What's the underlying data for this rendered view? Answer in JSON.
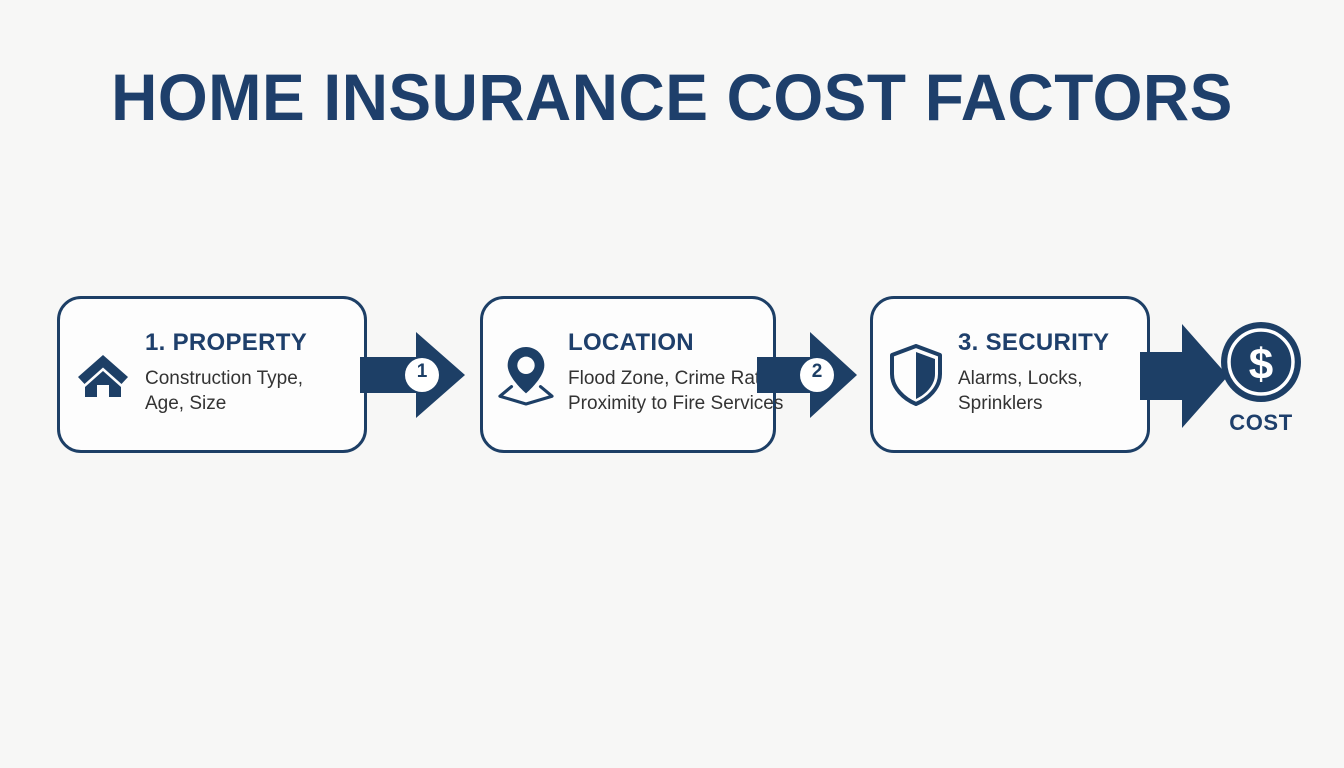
{
  "title": "HOME INSURANCE COST FACTORS",
  "colors": {
    "navy": "#1d3f66",
    "title_navy": "#1e3f6b",
    "body_text": "#333333",
    "background": "#f7f7f6",
    "card_fill": "#fdfdfd"
  },
  "steps": [
    {
      "heading": "1. PROPERTY",
      "body_line1": "Construction Type,",
      "body_line2": "Age, Size",
      "icon": "house-icon"
    },
    {
      "heading": "LOCATION",
      "body_line1": "Flood Zone, Crime Rate,",
      "body_line2": "Proximity to Fire Services",
      "icon": "map-pin-icon"
    },
    {
      "heading": "3. SECURITY",
      "body_line1": "Alarms, Locks,",
      "body_line2": "Sprinklers",
      "icon": "shield-icon"
    }
  ],
  "connectors": [
    {
      "badge": "1",
      "icon": "arrow-right-icon"
    },
    {
      "badge": "2",
      "icon": "arrow-right-icon"
    },
    {
      "badge": "",
      "icon": "arrow-right-icon"
    }
  ],
  "cost": {
    "label": "COST",
    "icon": "dollar-coin-icon",
    "symbol": "$"
  }
}
